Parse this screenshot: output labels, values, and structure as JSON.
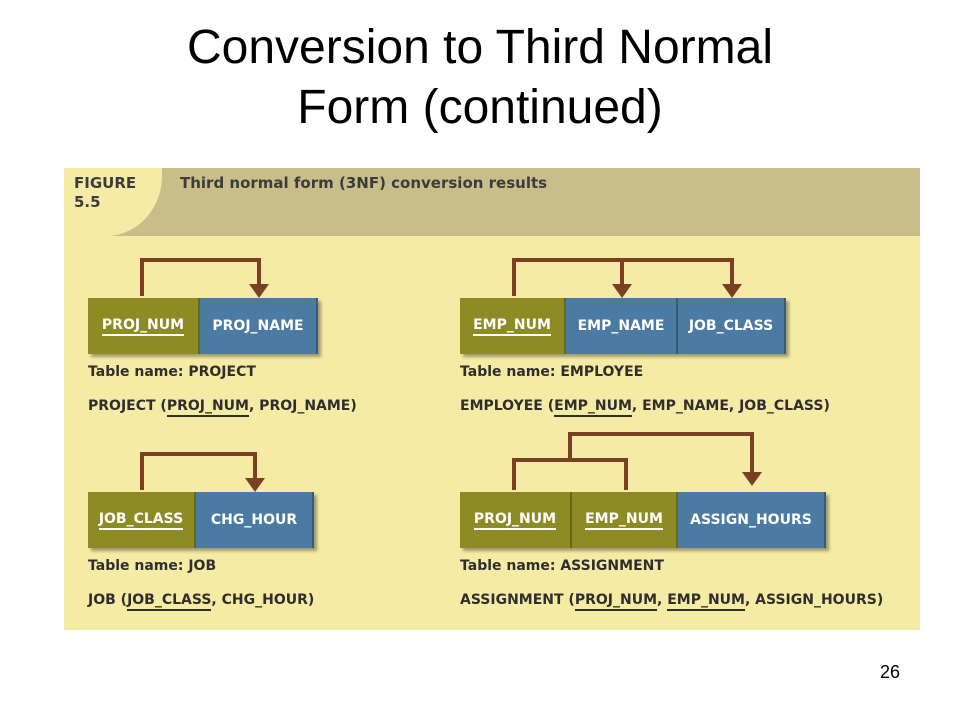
{
  "slide": {
    "title_line1": "Conversion to Third Normal",
    "title_line2": "Form (continued)",
    "page_number": "26"
  },
  "figure": {
    "label_line1": "FIGURE",
    "label_line2": "5.5",
    "caption": "Third normal form (3NF) conversion results"
  },
  "tables": {
    "project": {
      "cells": [
        "PROJ_NUM",
        "PROJ_NAME"
      ],
      "table_name": "Table name: PROJECT",
      "schema_prefix": "PROJECT  (",
      "schema_key": "PROJ_NUM",
      "schema_rest": ", PROJ_NAME)"
    },
    "employee": {
      "cells": [
        "EMP_NUM",
        "EMP_NAME",
        "JOB_CLASS"
      ],
      "table_name": "Table name: EMPLOYEE",
      "schema_prefix": "EMPLOYEE  (",
      "schema_key": "EMP_NUM",
      "schema_rest": ", EMP_NAME, JOB_CLASS)"
    },
    "job": {
      "cells": [
        "JOB_CLASS",
        "CHG_HOUR"
      ],
      "table_name": "Table name: JOB",
      "schema_prefix": "JOB  (",
      "schema_key": "JOB_CLASS",
      "schema_rest": ", CHG_HOUR)"
    },
    "assignment": {
      "cells": [
        "PROJ_NUM",
        "EMP_NUM",
        "ASSIGN_HOURS"
      ],
      "table_name": "Table name: ASSIGNMENT",
      "schema_prefix": "ASSIGNMENT  (",
      "schema_key1": "PROJ_NUM",
      "schema_sep": ", ",
      "schema_key2": "EMP_NUM",
      "schema_rest": ", ASSIGN_HOURS)"
    }
  },
  "colors": {
    "primary_key_cell": "#8e8a24",
    "attribute_cell": "#4b7aa3",
    "arrow": "#7a3f25",
    "figure_background": "#f6eba5",
    "header_band": "#c9bd8a"
  }
}
